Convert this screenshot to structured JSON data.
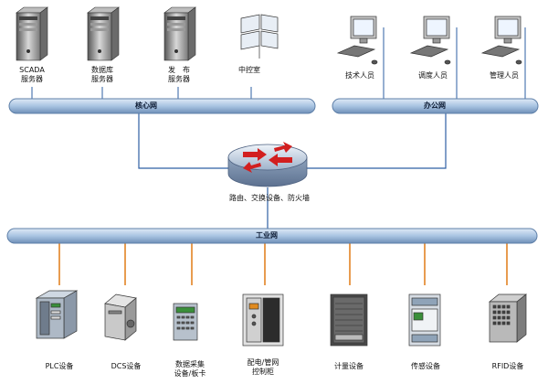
{
  "core_network": {
    "label": "核心网"
  },
  "office_network": {
    "label": "办公网"
  },
  "industrial_network": {
    "label": "工业网"
  },
  "router": {
    "label": "路由、交换设备、防火墙"
  },
  "top_devices": [
    {
      "label": "SCADA\n服务器",
      "icon": "server-icon"
    },
    {
      "label": "数据库\n服务器",
      "icon": "server-icon"
    },
    {
      "label": "发　布\n服务器",
      "icon": "server-icon"
    },
    {
      "label": "中控室",
      "icon": "video-wall-icon"
    }
  ],
  "office_devices": [
    {
      "label": "技术人员",
      "icon": "workstation-icon"
    },
    {
      "label": "调度人员",
      "icon": "workstation-icon"
    },
    {
      "label": "管理人员",
      "icon": "workstation-icon"
    }
  ],
  "field_devices": [
    {
      "label": "PLC设备",
      "icon": "plc-icon"
    },
    {
      "label": "DCS设备",
      "icon": "dcs-icon"
    },
    {
      "label": "数据采集\n设备/板卡",
      "icon": "daq-card-icon"
    },
    {
      "label": "配电/管网\n控制柜",
      "icon": "control-cabinet-icon"
    },
    {
      "label": "计量设备",
      "icon": "meter-icon"
    },
    {
      "label": "传感设备",
      "icon": "sensor-icon"
    },
    {
      "label": "RFID设备",
      "icon": "rfid-icon"
    }
  ],
  "colors": {
    "bus_fill": "#a9c4e2",
    "bus_stroke": "#5e7fa8",
    "link_blue": "#2e5fa3",
    "link_orange": "#e07b16",
    "router_red": "#d21f1f"
  }
}
